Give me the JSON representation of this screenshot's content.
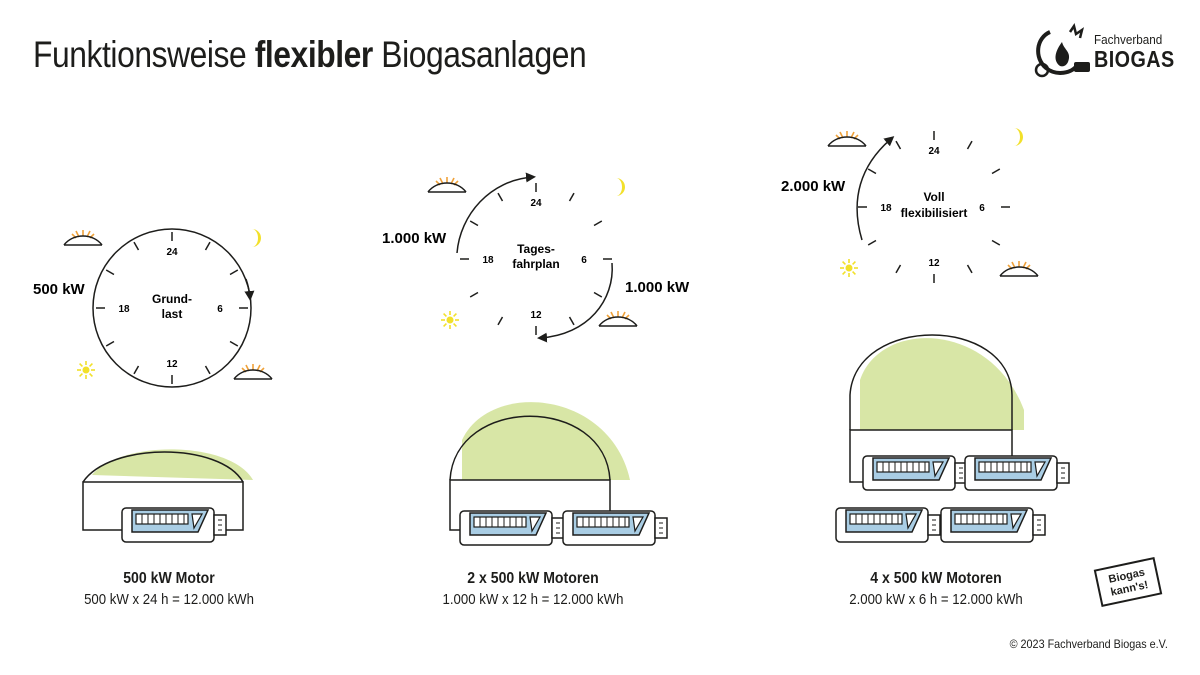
{
  "title": {
    "part1": "Funktionsweise ",
    "bold": "flexibler",
    "part2": " Biogasanlagen"
  },
  "logo": {
    "line1": "Fachverband",
    "line2": "BIOGAS"
  },
  "clock_hours": [
    "24",
    "6",
    "12",
    "18"
  ],
  "panels": [
    {
      "clock_label_1": "Grund-",
      "clock_label_2": "last",
      "power_label": "500 kW",
      "caption_title": "500 kW Motor",
      "caption_sub": "500 kW x 24 h = 12.000 kWh"
    },
    {
      "clock_label_1": "Tages-",
      "clock_label_2": "fahrplan",
      "power_label_left": "1.000 kW",
      "power_label_right": "1.000 kW",
      "caption_title": "2 x 500 kW Motoren",
      "caption_sub": "1.000 kW x 12 h = 12.000 kWh"
    },
    {
      "clock_label_1": "Voll",
      "clock_label_2": "flexibilisiert",
      "power_label": "2.000 kW",
      "caption_title": "4 x 500 kW Motoren",
      "caption_sub": "2.000 kW x 6 h = 12.000 kWh"
    }
  ],
  "stamp": {
    "line1": "Biogas",
    "line2": "kann's!"
  },
  "copyright": "© 2023 Fachverband Biogas e.V.",
  "colors": {
    "dome": "#d8e6a6",
    "engine": "#a9cde4",
    "sun": "#f2e02a",
    "sunrise": "#f0a23a",
    "moon": "#f2e02a",
    "ink": "#1d1d1b"
  }
}
